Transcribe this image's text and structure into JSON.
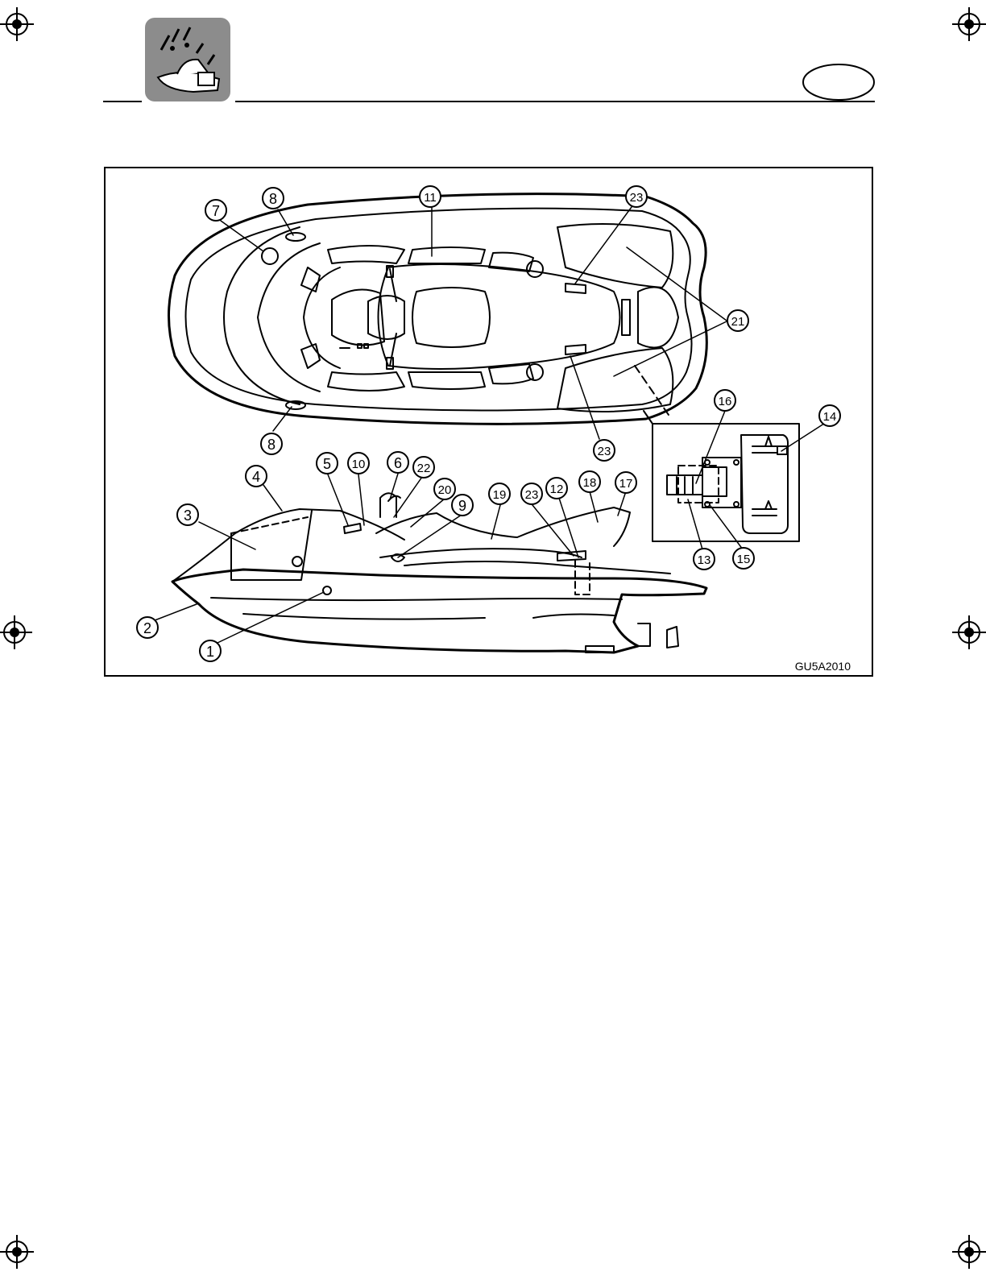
{
  "figure": {
    "code": "GU5A2010",
    "callouts": {
      "c1": "1",
      "c2": "2",
      "c3": "3",
      "c4": "4",
      "c5": "5",
      "c6": "6",
      "c7": "7",
      "c8a": "8",
      "c8b": "8",
      "c9": "9",
      "c10": "10",
      "c11": "11",
      "c12": "12",
      "c13": "13",
      "c14": "14",
      "c15": "15",
      "c16": "16",
      "c17": "17",
      "c18": "18",
      "c19": "19",
      "c20": "20",
      "c21": "21",
      "c22": "22",
      "c23a": "23",
      "c23b": "23",
      "c23c": "23"
    }
  },
  "colors": {
    "line": "#000000",
    "badge": "#8c8c8c"
  },
  "icons": {
    "section": "watercraft-badge-icon",
    "registration": "registration-mark-icon"
  }
}
